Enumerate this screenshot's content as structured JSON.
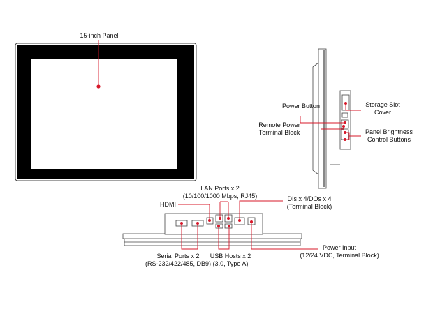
{
  "labels": {
    "panel": "15-inch Panel",
    "power_button": "Power Button",
    "storage_slot_line1": "Storage Slot",
    "storage_slot_line2": "Cover",
    "remote_power_line1": "Remote Power",
    "remote_power_line2": "Terminal Block",
    "brightness_line1": "Panel Brightness",
    "brightness_line2": "Control Buttons",
    "lan_line1": "LAN Ports x 2",
    "lan_line2": "(10/100/1000 Mbps, RJ45)",
    "hdmi": "HDMI",
    "dio_line1": "DIs x 4/DOs x 4",
    "dio_line2": "(Terminal Block)",
    "serial_line1": "Serial Ports x 2",
    "serial_line2": "(RS-232/422/485, DB9)",
    "usb_line1": "USB Hosts x 2",
    "usb_line2": "(3.0, Type A)",
    "power_input_line1": "Power Input",
    "power_input_line2": "(12/24 VDC, Terminal Block)"
  },
  "colors": {
    "callout": "#d7182a",
    "bezel": "#000000",
    "outline": "#444444"
  }
}
